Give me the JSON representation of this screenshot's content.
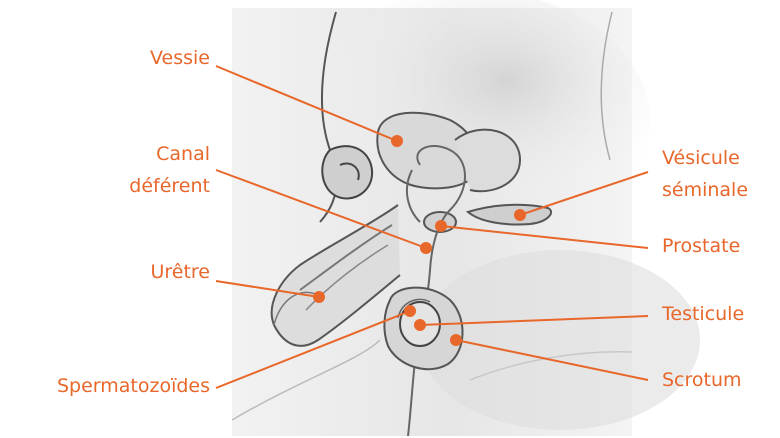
{
  "accent_color": "#e8672a",
  "labels": {
    "vessie": "Vessie",
    "canal_line1": "Canal",
    "canal_line2": "déférent",
    "uretre": "Urêtre",
    "spermatozoides": "Spermatozoïdes",
    "vesicule_line1": "Vésicule",
    "vesicule_line2": "séminale",
    "prostate": "Prostate",
    "testicule": "Testicule",
    "scrotum": "Scrotum"
  }
}
